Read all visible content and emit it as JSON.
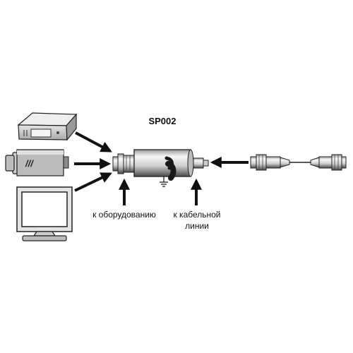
{
  "title": "SP002",
  "labels": {
    "equipment": "к оборудованию",
    "cable_line_1": "к кабельной",
    "cable_line_2": "линии"
  },
  "devices": {
    "recorder": "dvr-recorder",
    "camera": "cctv-camera",
    "monitor": "crt-monitor"
  },
  "colors": {
    "ink": "#111111",
    "device_fill": "#d8d8d8",
    "protector_light": "#f2f2f2",
    "protector_dark": "#555555"
  }
}
